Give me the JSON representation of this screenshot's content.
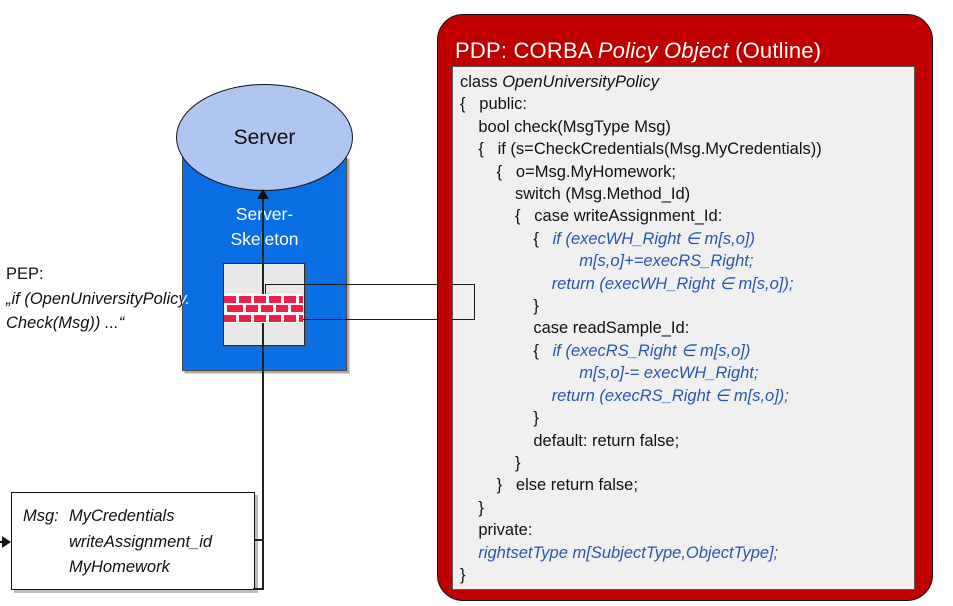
{
  "pep": {
    "label": "PEP:",
    "lines": [
      "„if (OpenUniversityPolicy.",
      "Check(Msg)) ...“"
    ]
  },
  "server": {
    "label": "Server",
    "skeleton": [
      "Server-",
      "Skeleton"
    ]
  },
  "msg": {
    "label": "Msg:",
    "items": [
      "MyCredentials",
      "writeAssignment_id",
      "MyHomework"
    ]
  },
  "pdp": {
    "title": [
      {
        "t": "PDP: CORBA ",
        "s": "p"
      },
      {
        "t": "Policy Object",
        "s": "i"
      },
      {
        "t": " (Outline)",
        "s": "p"
      }
    ],
    "code": [
      [
        {
          "t": "class ",
          "s": "p"
        },
        {
          "t": "OpenUniversityPolicy",
          "s": "i"
        }
      ],
      [
        {
          "t": "{   public:",
          "s": "p"
        }
      ],
      [
        {
          "t": "    bool check(MsgType Msg)",
          "s": "p"
        }
      ],
      [
        {
          "t": "    {   if (s=CheckCredentials(Msg.MyCredentials))",
          "s": "p"
        }
      ],
      [
        {
          "t": "        {   o=Msg.MyHomework;",
          "s": "p"
        }
      ],
      [
        {
          "t": "            switch (Msg.Method_Id)",
          "s": "p"
        }
      ],
      [
        {
          "t": "            {   case writeAssignment_Id:",
          "s": "p"
        }
      ],
      [
        {
          "t": "                {   ",
          "s": "p"
        },
        {
          "t": "if (execWH_Right ∈ m[s,o])",
          "s": "b"
        }
      ],
      [
        {
          "t": "                          ",
          "s": "p"
        },
        {
          "t": "m[s,o]+=execRS_Right;",
          "s": "b"
        }
      ],
      [
        {
          "t": "                    ",
          "s": "p"
        },
        {
          "t": "return (execWH_Right ∈ m[s,o]);",
          "s": "b"
        }
      ],
      [
        {
          "t": "                }",
          "s": "p"
        }
      ],
      [
        {
          "t": "                case readSample_Id:",
          "s": "p"
        }
      ],
      [
        {
          "t": "                {   ",
          "s": "p"
        },
        {
          "t": "if (execRS_Right ∈ m[s,o])",
          "s": "b"
        }
      ],
      [
        {
          "t": "                          ",
          "s": "p"
        },
        {
          "t": "m[s,o]-= execWH_Right;",
          "s": "b"
        }
      ],
      [
        {
          "t": "                    ",
          "s": "p"
        },
        {
          "t": "return (execRS_Right ∈ m[s,o]);",
          "s": "b"
        }
      ],
      [
        {
          "t": "                }",
          "s": "p"
        }
      ],
      [
        {
          "t": "                default: return false;",
          "s": "p"
        }
      ],
      [
        {
          "t": "            }",
          "s": "p"
        }
      ],
      [
        {
          "t": "        }   else return false;",
          "s": "p"
        }
      ],
      [
        {
          "t": "    }",
          "s": "p"
        }
      ],
      [
        {
          "t": "    private:",
          "s": "p"
        }
      ],
      [
        {
          "t": "    ",
          "s": "p"
        },
        {
          "t": "rightsetType m[SubjectType,ObjectType];",
          "s": "b"
        }
      ],
      [
        {
          "t": "}",
          "s": "p"
        }
      ]
    ]
  },
  "colors": {
    "panel_red": "#C00000",
    "code_blue": "#2857A8",
    "server_blue": "#0A6EE4",
    "ellipse_blue": "#AEC6F0",
    "brick_red": "#EE2048"
  }
}
